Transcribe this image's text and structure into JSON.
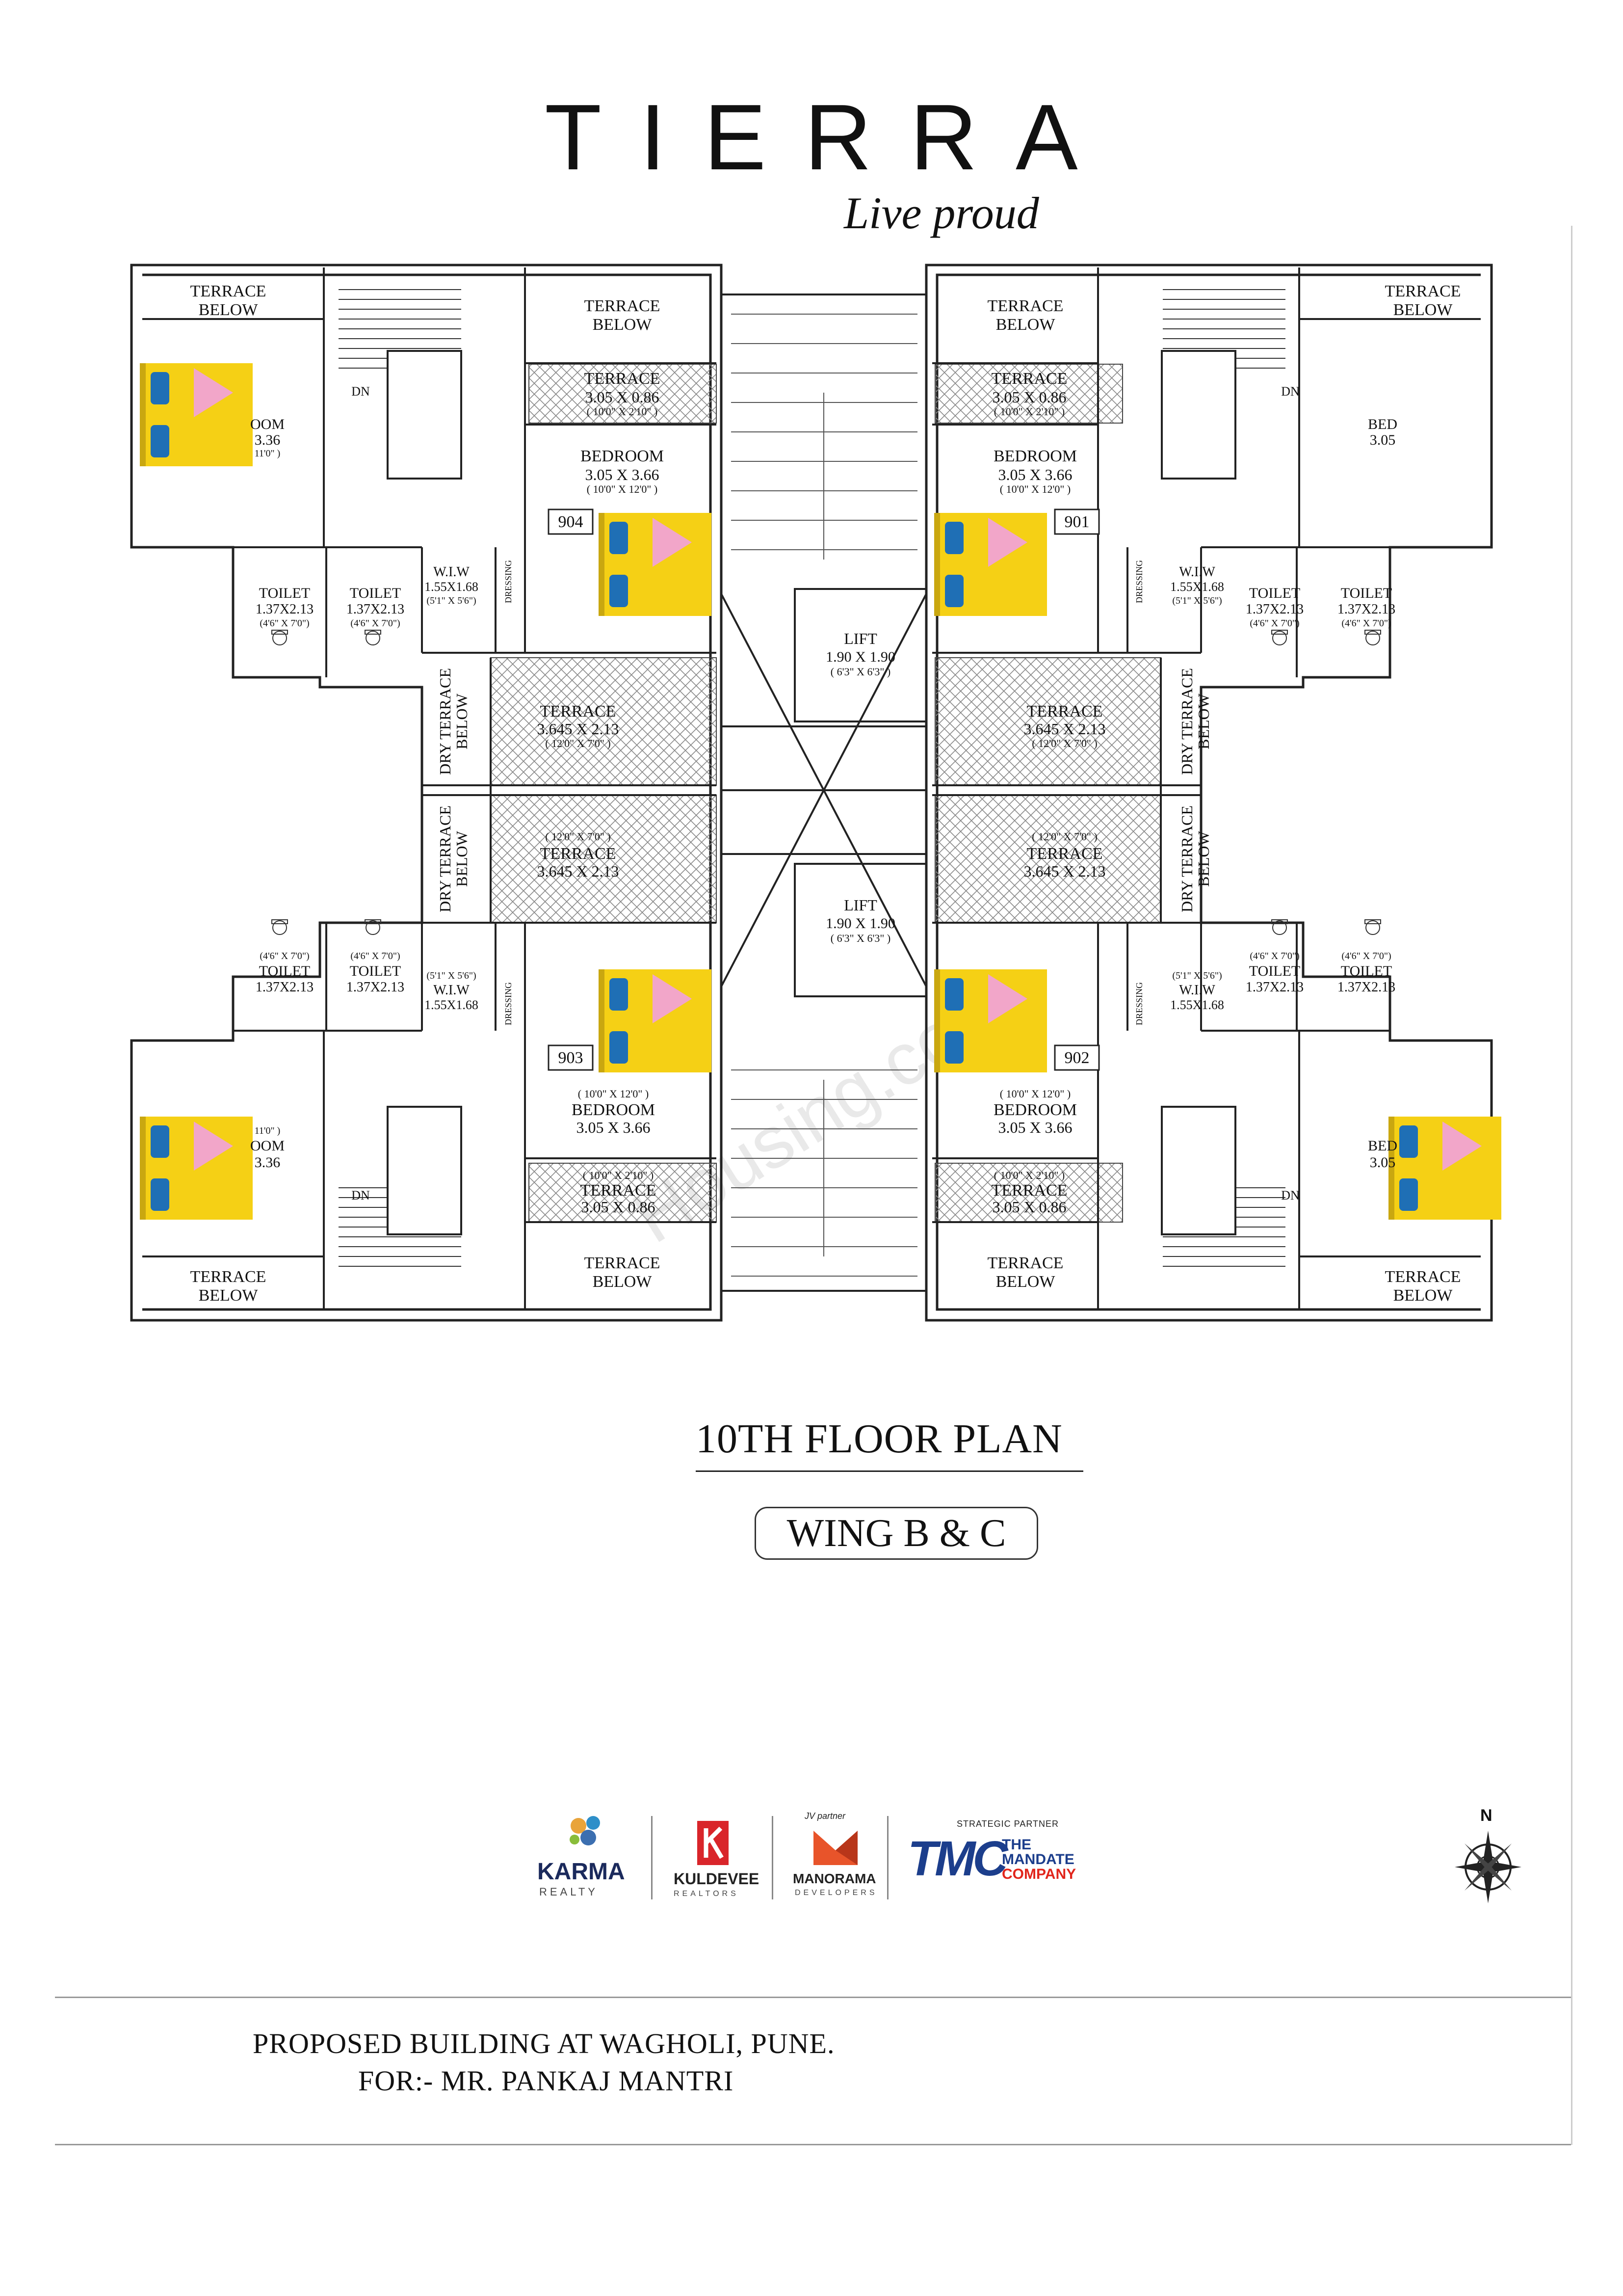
{
  "header": {
    "brand_name": "TIERRA",
    "tagline": "Live proud"
  },
  "plan": {
    "title": "10TH FLOOR PLAN",
    "wing": "WING B & C",
    "labels": {
      "terrace_below_1": "TERRACE",
      "terrace_below_2": "BELOW",
      "terrace": "TERRACE",
      "terrace_small_dim": "3.05 X 0.86",
      "terrace_small_dim_ft": "( 10'0\" X 2'10\" )",
      "bedroom": "BEDROOM",
      "bedroom_dim": "3.05 X 3.66",
      "bedroom_dim_ft": "( 10'0\" X 12'0\" )",
      "bedroom_side_dim": "3.36",
      "bedroom_side_dim_b": "3.05",
      "bedroom_side_ft": "11'0\" )",
      "bedroom_partial_left": "OOM",
      "bedroom_partial_right": "BED",
      "toilet": "TOILET",
      "toilet_dim": "1.37X2.13",
      "toilet_dim_ft": "(4'6\" X 7'0\")",
      "wiw": "W.I.W",
      "wiw_dim": "1.55X1.68",
      "wiw_dim_ft": "(5'1\" X 5'6\")",
      "dressing": "DRESSING",
      "dn": "DN",
      "lift": "LIFT",
      "lift_dim": "1.90 X 1.90",
      "lift_dim_ft": "( 6'3\" X 6'3\" )",
      "terrace_large_dim": "3.645 X 2.13",
      "terrace_large_dim_ft": "( 12'0\" X 7'0\" )",
      "dry_terrace_1": "DRY TERRACE",
      "dry_terrace_2": "BELOW",
      "unit_901": "901",
      "unit_902": "902",
      "unit_903": "903",
      "unit_904": "904",
      "compass_n": "N"
    }
  },
  "logos": {
    "karma": "KARMA",
    "karma_sub": "REALTY",
    "kuldevee": "KULDEVEE",
    "kuldevee_sub": "REALTORS",
    "jv_partner": "JV partner",
    "manorama": "MANORAMA",
    "manorama_sub": "DEVELOPERS",
    "strategic_partner": "STRATEGIC PARTNER",
    "tmc": "TMC",
    "mandate_1": "THE",
    "mandate_2": "MANDATE",
    "mandate_3": "COMPANY"
  },
  "footer": {
    "line1": "PROPOSED BUILDING AT WAGHOLI, PUNE.",
    "line2": "FOR:- MR. PANKAJ MANTRI"
  },
  "watermark": "Housing.com",
  "colors": {
    "bed": "#F5D015",
    "pillow": "#1F6FB5",
    "sheet": "#F2A6C9",
    "tmc_blue": "#1C3E8C",
    "tmc_red": "#E1251B",
    "manorama_orange": "#E8542A",
    "kuldevee_red": "#D9252A"
  }
}
